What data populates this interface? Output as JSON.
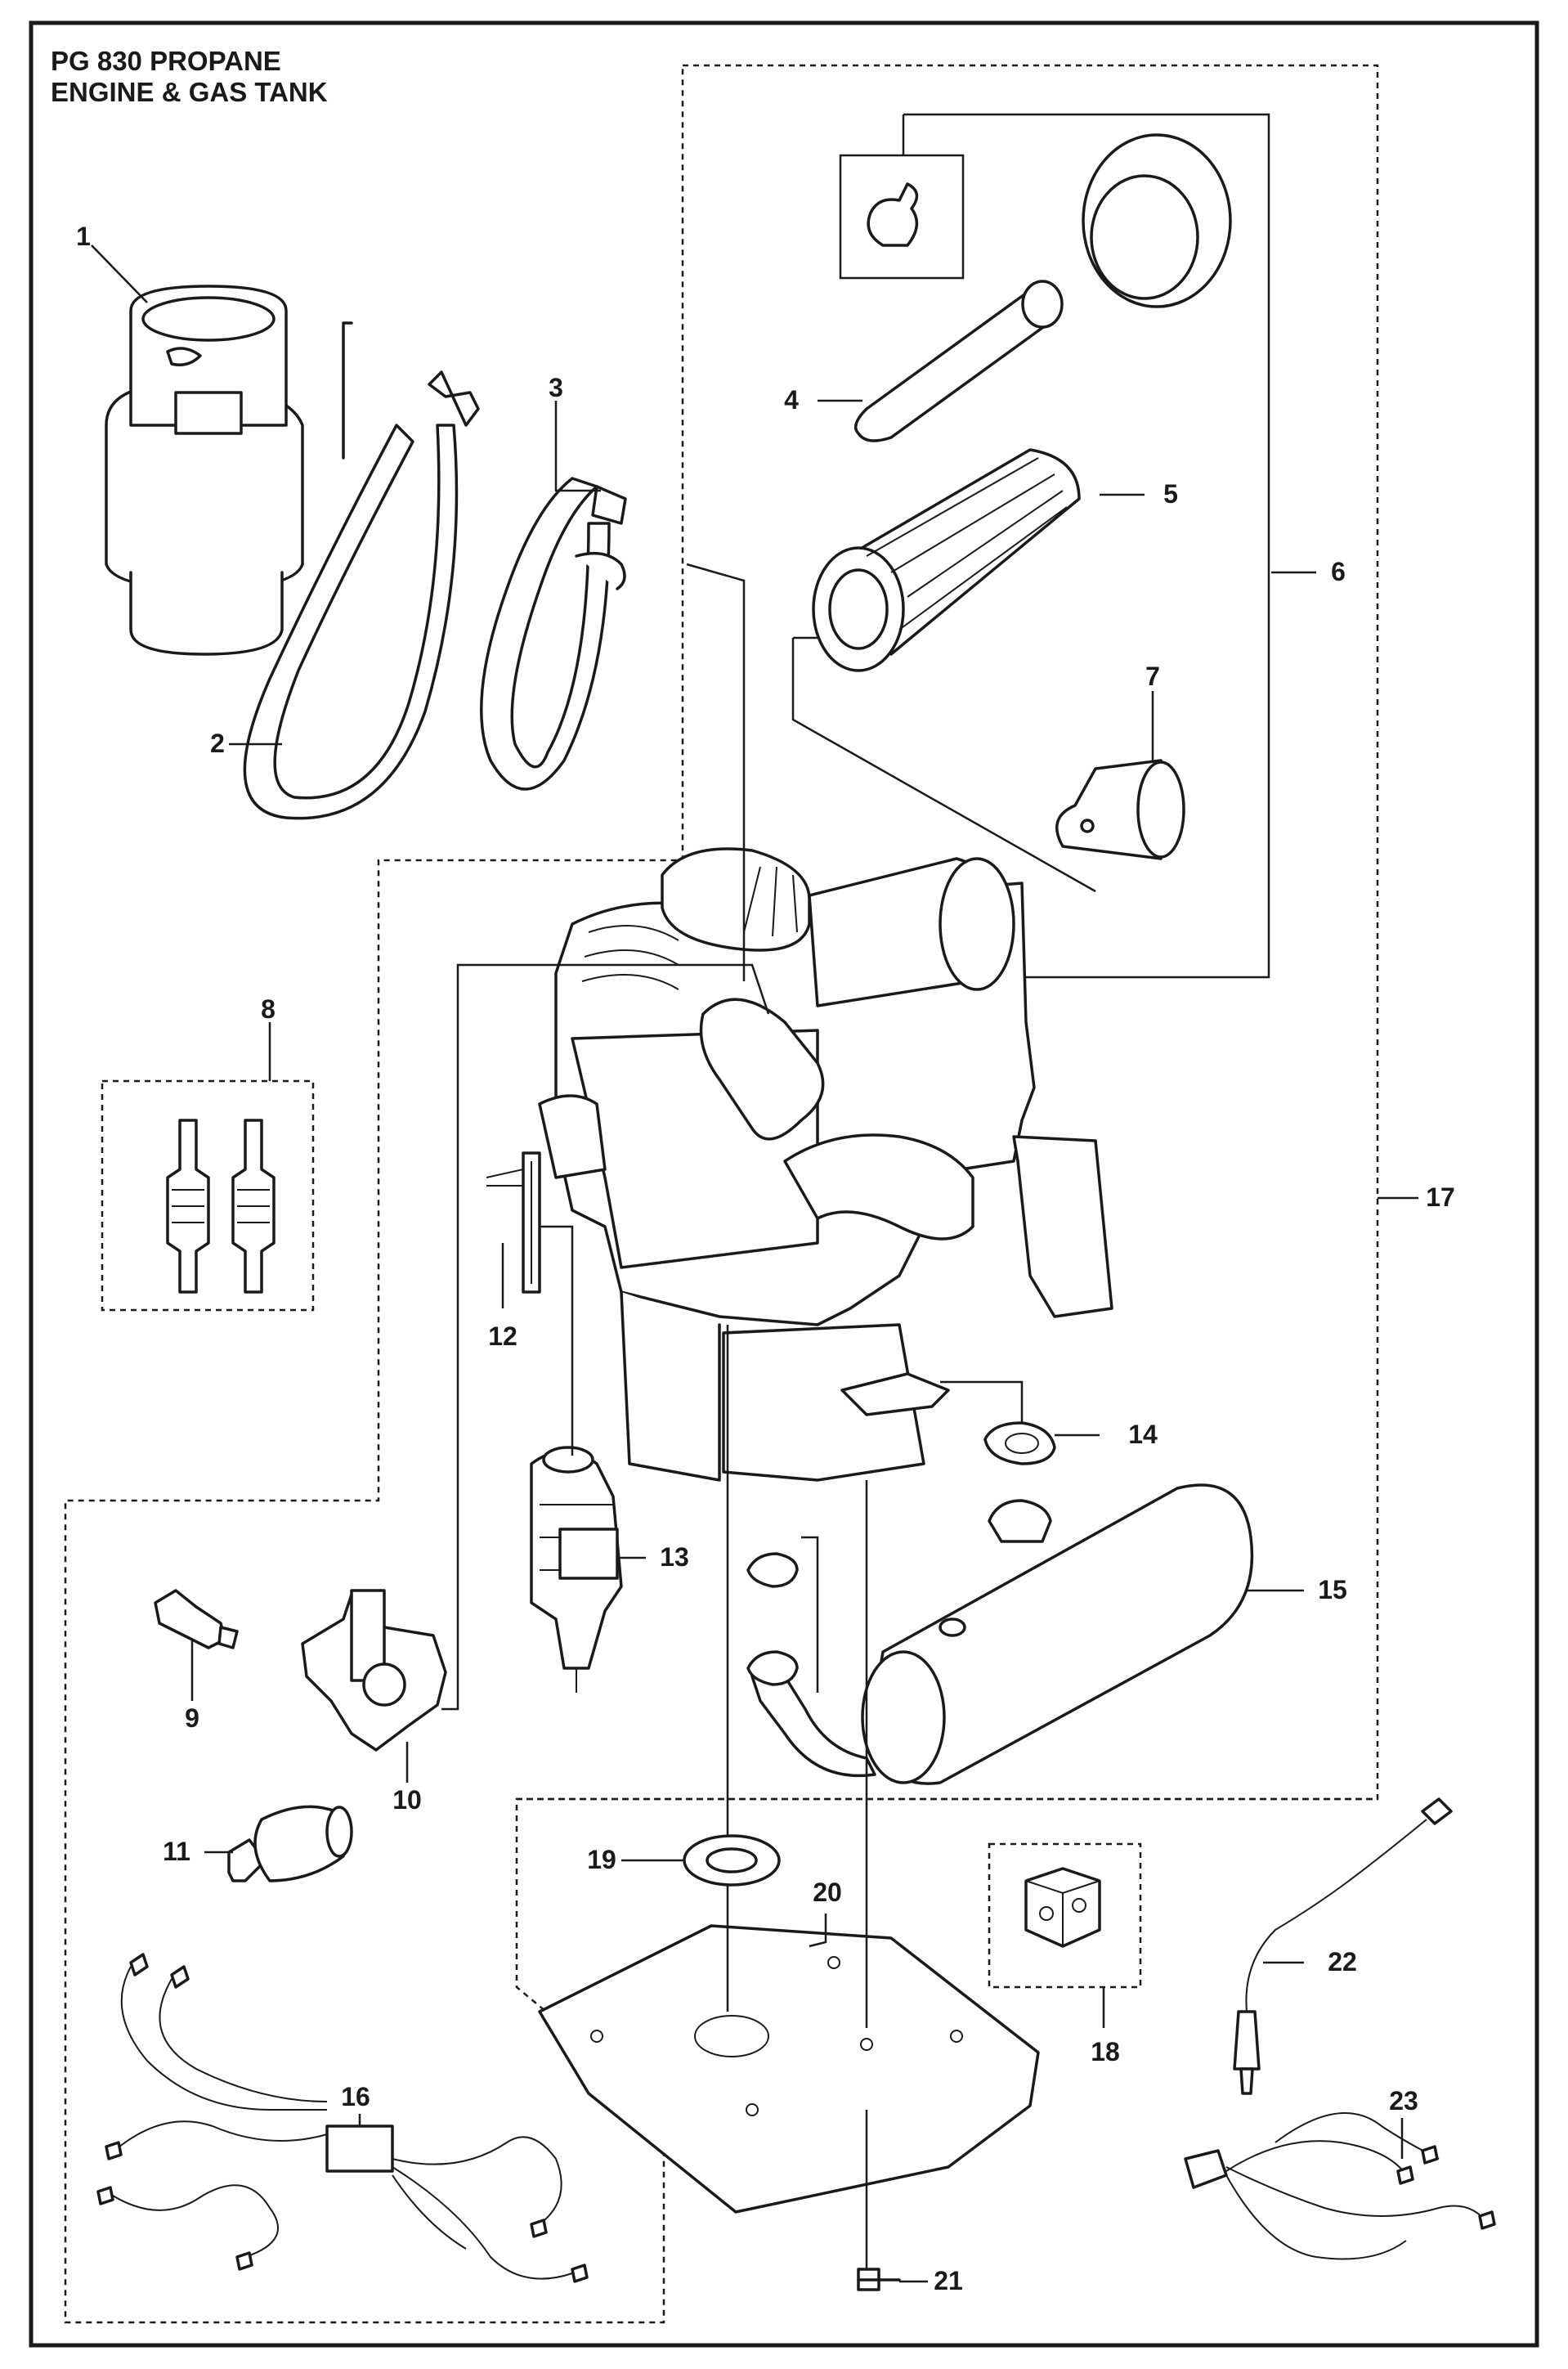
{
  "title": {
    "line1": "PG 830 PROPANE",
    "line2": "ENGINE & GAS TANK"
  },
  "callouts": {
    "c1": "1",
    "c2": "2",
    "c3": "3",
    "c4": "4",
    "c5": "5",
    "c6": "6",
    "c7": "7",
    "c8": "8",
    "c9": "9",
    "c10": "10",
    "c11": "11",
    "c12": "12",
    "c13": "13",
    "c14": "14",
    "c15": "15",
    "c16": "16",
    "c17": "17",
    "c18": "18",
    "c19": "19",
    "c20": "20",
    "c21": "21",
    "c22": "22",
    "c23": "23"
  }
}
